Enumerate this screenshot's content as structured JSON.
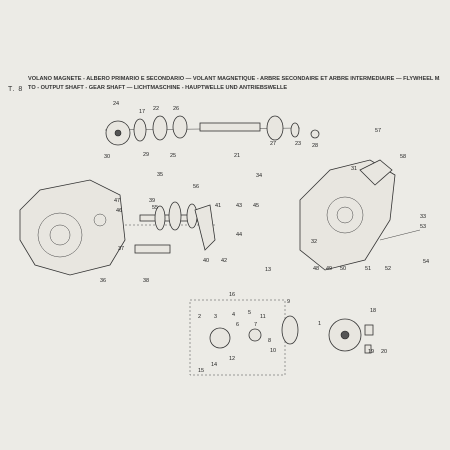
{
  "page": {
    "number": "T. 8"
  },
  "caption": {
    "line1": "VOLANO MAGNETE - ALBERO PRIMARIO E SECONDARIO — VOLANT MAGNETIQUE - ARBRE SECONDAIRE ET ARBRE INTERMEDIAIRE — FLYWHEEL MAGNE-",
    "line2": "TO - OUTPUT SHAFT - GEAR SHAFT — LICHTMASCHINE - HAUPTWELLE UND ANTRIEBSWELLE"
  },
  "callouts": [
    "1",
    "2",
    "3",
    "4",
    "5",
    "6",
    "7",
    "8",
    "9",
    "10",
    "11",
    "12",
    "13",
    "14",
    "15",
    "16",
    "17",
    "18",
    "19",
    "20",
    "21",
    "22",
    "23",
    "24",
    "25",
    "26",
    "27",
    "28",
    "29",
    "30",
    "31",
    "32",
    "33",
    "34",
    "35",
    "36",
    "37",
    "38",
    "39",
    "40",
    "41",
    "42",
    "43",
    "44",
    "45",
    "46",
    "47",
    "48",
    "49",
    "50",
    "51",
    "52",
    "53",
    "54",
    "55",
    "56",
    "57",
    "58"
  ]
}
